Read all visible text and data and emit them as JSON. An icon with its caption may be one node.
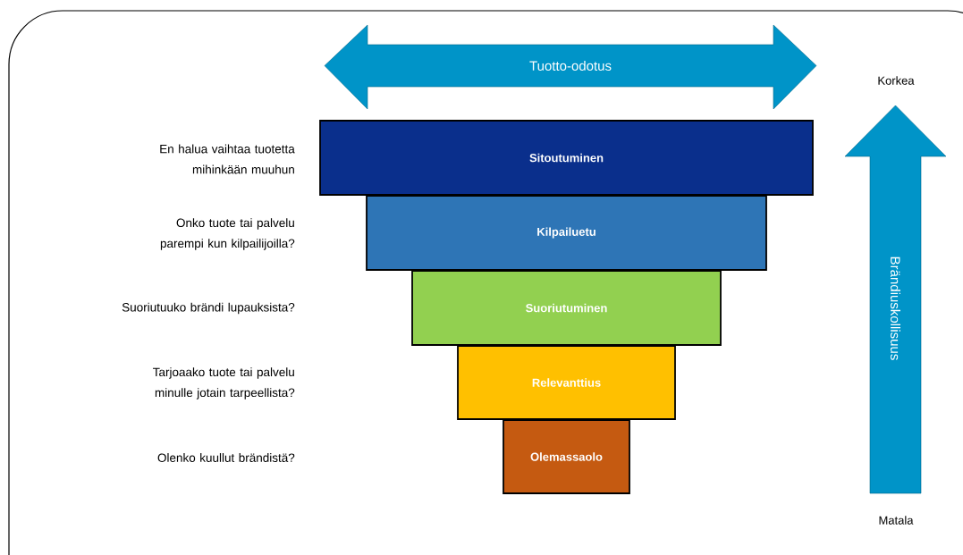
{
  "diagram": {
    "nodes": [
      {
        "text": [
          "Tuotto-odotus"
        ]
      },
      {
        "text": [
          "Sitoutuminen"
        ]
      },
      {
        "text": [
          "Kilpailuetu"
        ]
      },
      {
        "text": [
          "Suoriutuminen"
        ]
      },
      {
        "text": [
          "Relevanttius"
        ]
      },
      {
        "text": [
          "Olemassaolo"
        ]
      },
      {
        "text": [
          "Brändiuskollisuus"
        ]
      }
    ],
    "labels": [
      "Korkea",
      "En halua vaihtaa tuotetta mihinkään muuhun",
      "Onko tuote tai palvelu parempi kun kilpailijoilla?",
      "Suoriutuuko brändi lupauksista?",
      "Tarjoaako tuote tai palvelu minulle jotain tarpeellista?",
      "Olenko kuullut brändistä?",
      "Matala"
    ]
  }
}
